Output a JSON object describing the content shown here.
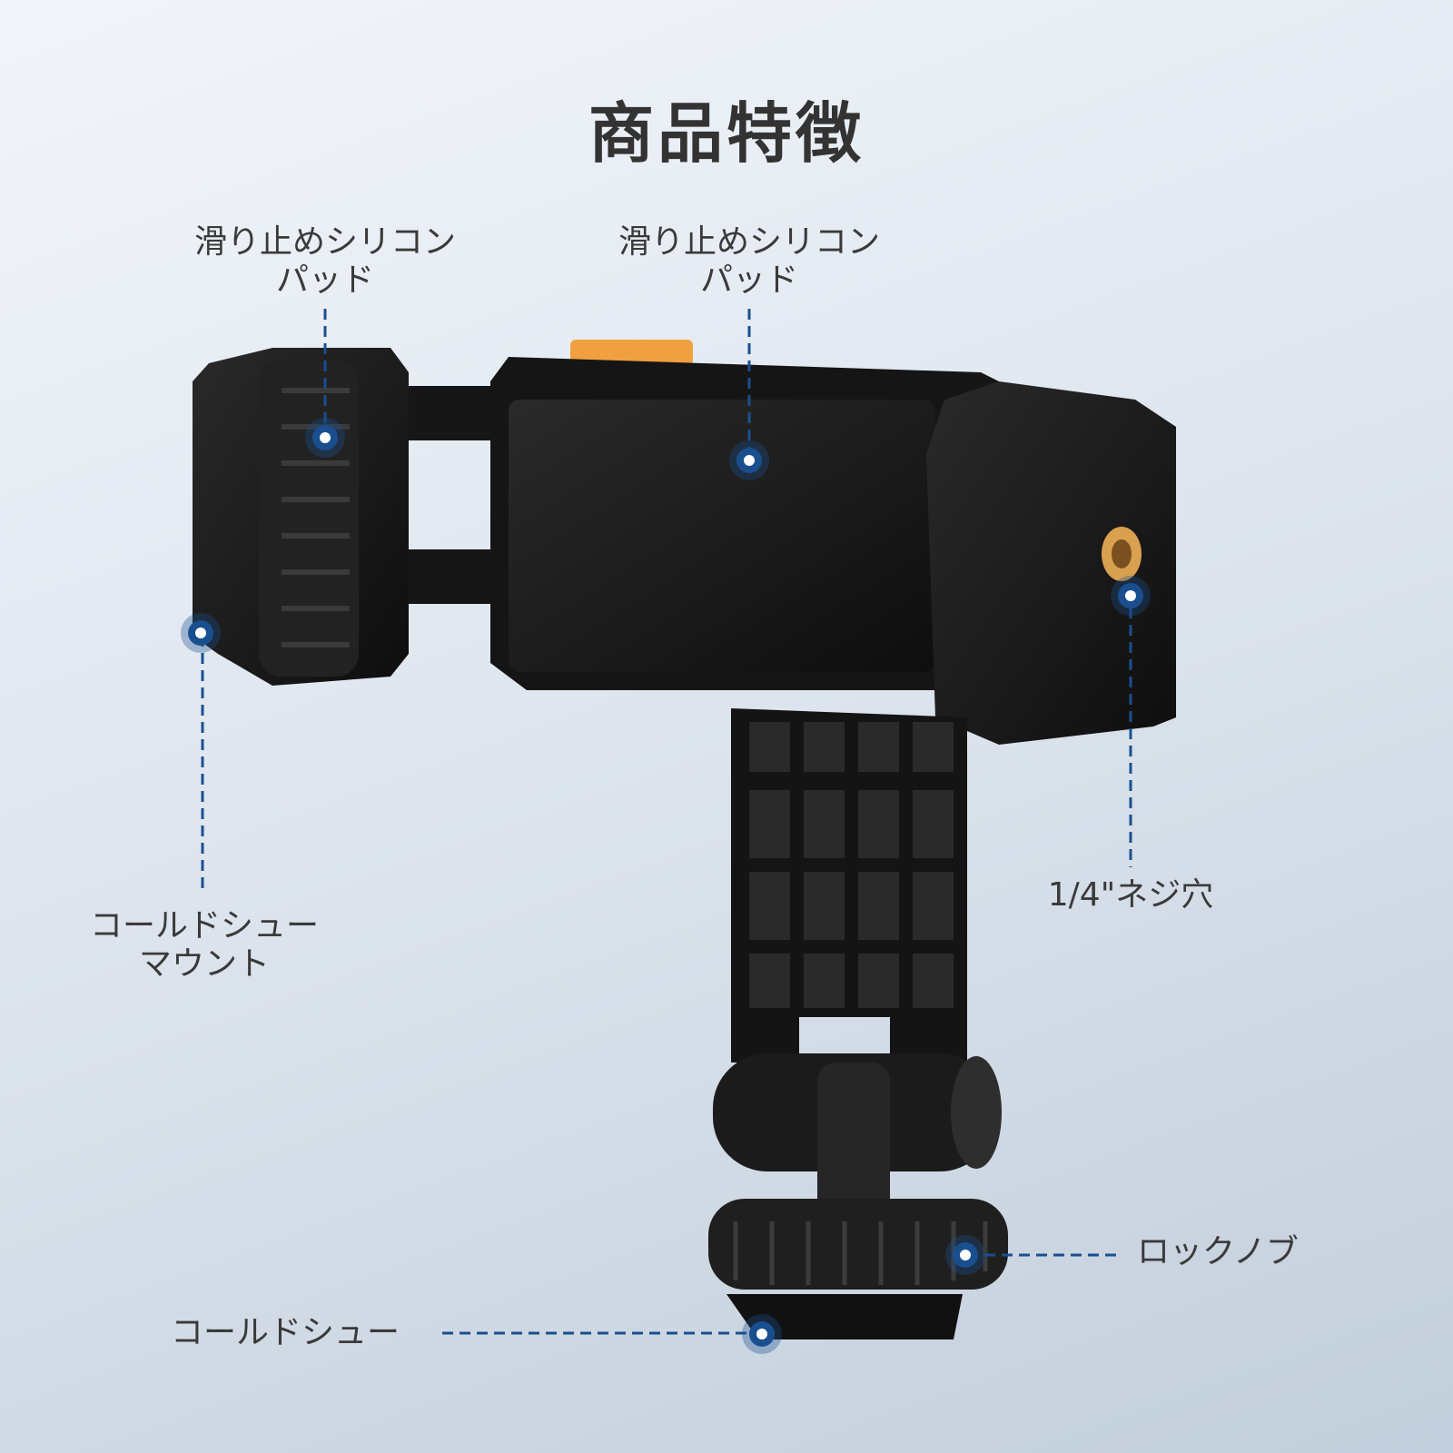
{
  "title": "商品特徴",
  "colors": {
    "accent": "#1a4f8f",
    "product": "#1c1c1c",
    "orange": "#f0a040",
    "brass": "#d9a050"
  },
  "callouts": [
    {
      "lines": [
        "滑り止めシリコン",
        "パッド"
      ]
    },
    {
      "lines": [
        "滑り止めシリコン",
        "パッド"
      ]
    },
    {
      "lines": [
        "1/4\"ネジ穴"
      ]
    },
    {
      "lines": [
        "コールドシュー",
        "マウント"
      ]
    },
    {
      "lines": [
        "ロックノブ"
      ]
    },
    {
      "lines": [
        "コールドシュー"
      ]
    }
  ]
}
